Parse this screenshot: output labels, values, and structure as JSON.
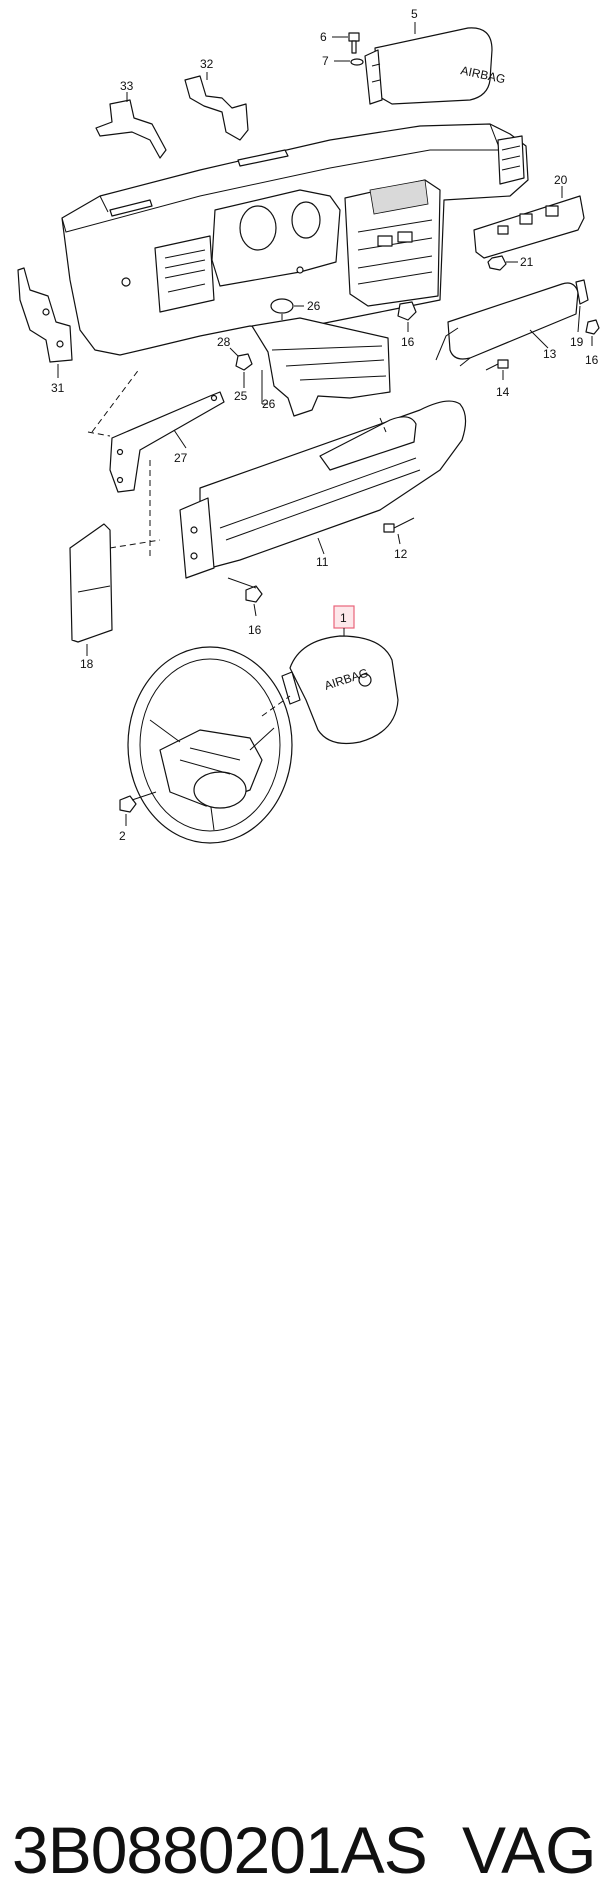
{
  "callouts": {
    "c1": "1",
    "c2": "2",
    "c5": "5",
    "c6": "6",
    "c7": "7",
    "c11": "11",
    "c12": "12",
    "c13": "13",
    "c14": "14",
    "c16a": "16",
    "c16b": "16",
    "c16c": "16",
    "c18": "18",
    "c19": "19",
    "c20": "20",
    "c21": "21",
    "c25": "25",
    "c26a": "26",
    "c26b": "26",
    "c27": "27",
    "c28": "28",
    "c31": "31",
    "c32": "32",
    "c33": "33"
  },
  "airbag_text_top": "AIRBAG",
  "airbag_text_wheel": "AIRBAG",
  "highlight_color": "#e8637a",
  "footer": {
    "part_number": "3B0880201AS",
    "maker": "VAG"
  }
}
